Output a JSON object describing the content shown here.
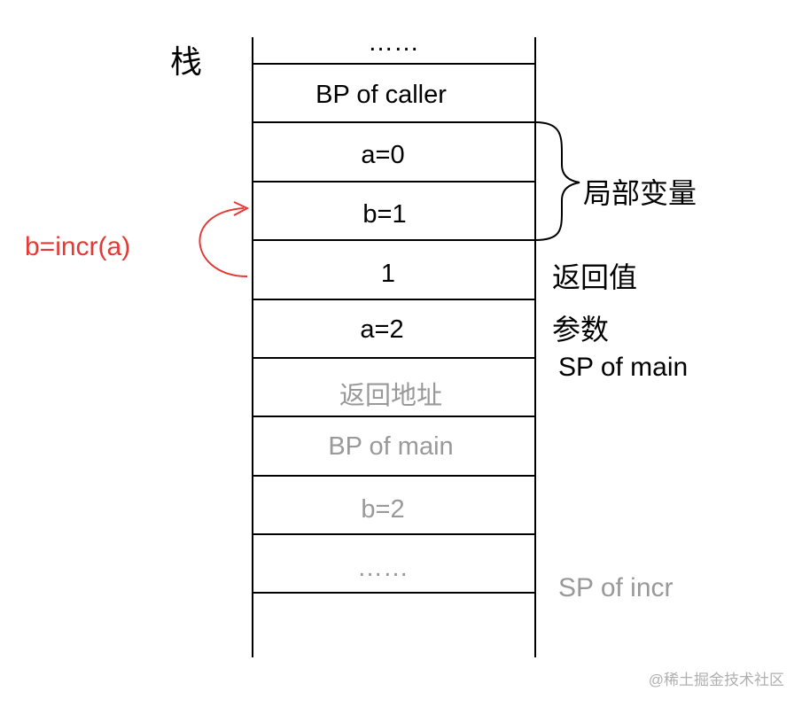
{
  "title": "栈",
  "cells": [
    {
      "label": "……",
      "color": "#000000"
    },
    {
      "label": "BP of caller",
      "color": "#000000"
    },
    {
      "label": "a=0",
      "color": "#000000"
    },
    {
      "label": "b=1",
      "color": "#000000"
    },
    {
      "label": "1",
      "color": "#000000"
    },
    {
      "label": "a=2",
      "color": "#000000"
    },
    {
      "label": "返回地址",
      "color": "#999999"
    },
    {
      "label": "BP of main",
      "color": "#999999"
    },
    {
      "label": "b=2",
      "color": "#999999"
    },
    {
      "label": "……",
      "color": "#999999"
    }
  ],
  "annotations": {
    "local_vars": "局部变量",
    "return_value": "返回值",
    "params": "参数",
    "sp_main": "SP of main",
    "sp_incr": "SP of incr",
    "call_expr": "b=incr(a)"
  },
  "colors": {
    "primary": "#000000",
    "faded": "#999999",
    "call": "#e53935",
    "watermark": "#b0b0b0"
  },
  "watermark": "@稀土掘金技术社区"
}
